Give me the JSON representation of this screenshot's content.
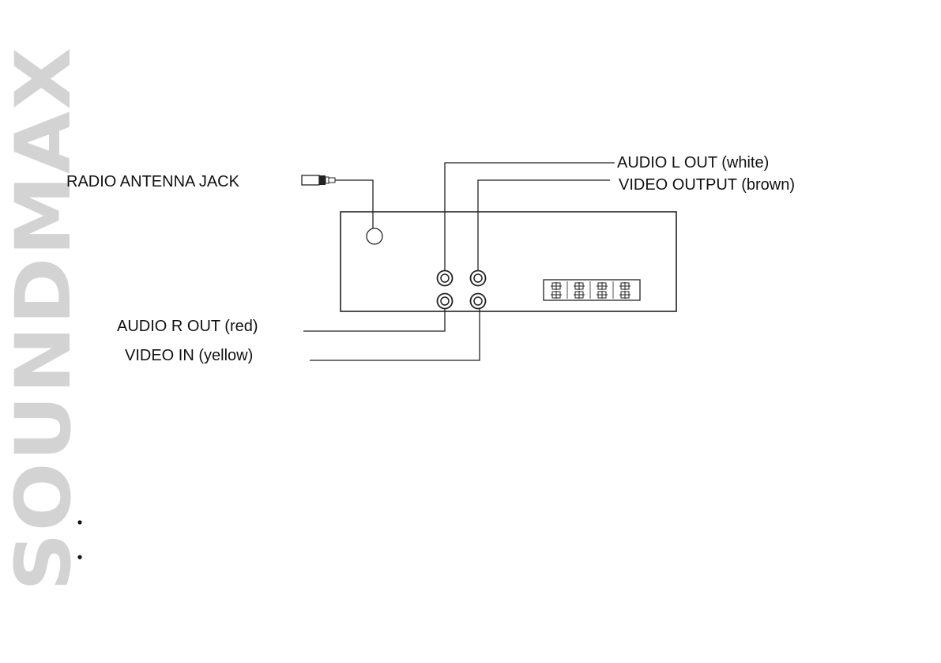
{
  "watermark": {
    "brand": "SOUNDMAX",
    "color": "#d3d3d3"
  },
  "labels": {
    "radio_antenna_jack": "RADIO ANTENNA JACK",
    "audio_l_out": "AUDIO L OUT (white)",
    "video_output": "VIDEO OUTPUT (brown)",
    "audio_r_out": "AUDIO R OUT (red)",
    "video_in": "VIDEO IN (yellow)"
  },
  "connector_block": {
    "terminal_count": 8
  },
  "bullets": {
    "count": 2
  }
}
